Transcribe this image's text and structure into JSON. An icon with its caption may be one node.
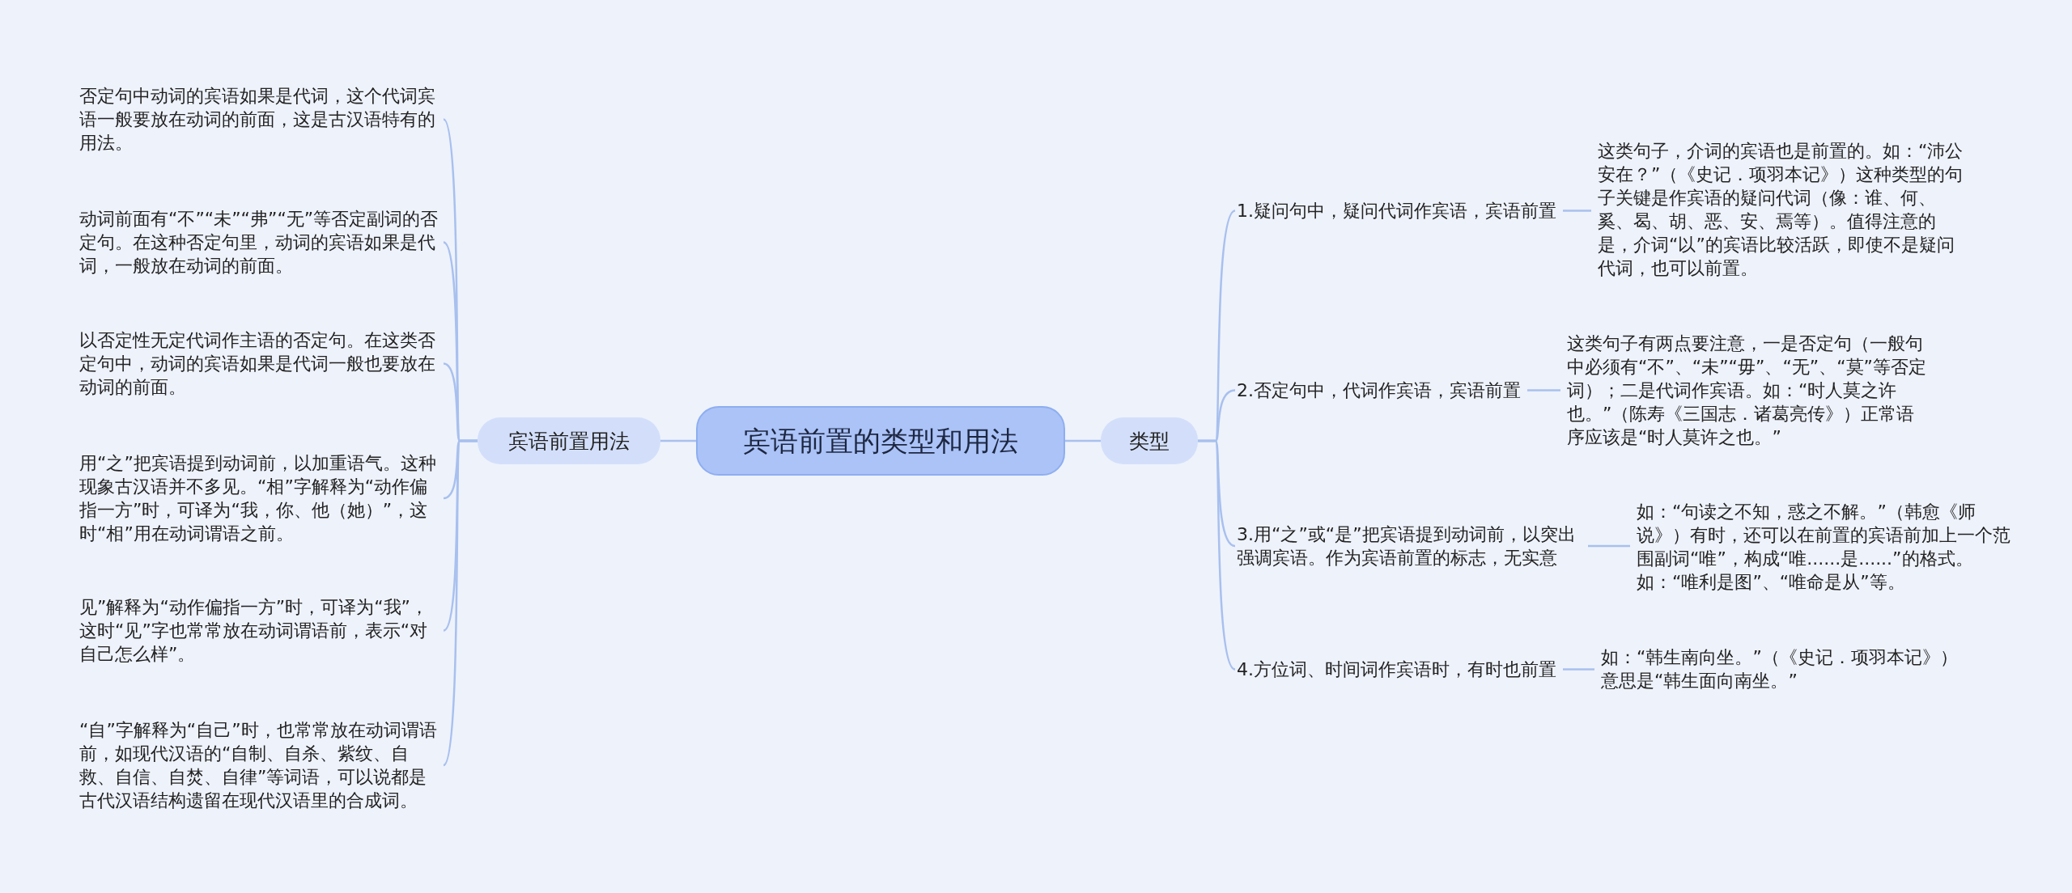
{
  "diagram": {
    "nodes": [
      {
        "text": [
          "宾语前置的类型和用法"
        ]
      },
      {
        "text": [
          "宾语前置用法"
        ]
      },
      {
        "text": [
          "否定句中动词的宾语如果是代词，这个代词宾语一般要放在动词的前面，这是古汉语特有的用法。"
        ]
      },
      {
        "text": [
          "动词前面有“不”“未”“弗”“无”等否定副词的否定句。在这种否定句里，动词的宾语如果是代词，一般放在动词的前面。"
        ]
      },
      {
        "text": [
          "以否定性无定代词作主语的否定句。在这类否定句中，动词的宾语如果是代词一般也要放在动词的前面。"
        ]
      },
      {
        "text": [
          "用“之”把宾语提到动词前，以加重语气。这种现象古汉语并不多见。“相”字解释为“动作偏指一方”时，可译为“我，你、他（她）”，这时“相”用在动词谓语之前。"
        ]
      },
      {
        "text": [
          "见”解释为“动作偏指一方”时，可译为“我”，这时“见”字也常常放在动词谓语前，表示“对自己怎么样”。"
        ]
      },
      {
        "text": [
          "“自”字解释为“自己”时，也常常放在动词谓语前，如现代汉语的“自制、自杀、紫纹、自救、自信、自焚、自律”等词语，可以说都是古代汉语结构遗留在现代汉语里的合成词。"
        ]
      },
      {
        "text": [
          "类型"
        ]
      },
      {
        "text": [
          "1.疑问句中，疑问代词作宾语，宾语前置"
        ]
      },
      {
        "text": [
          "这类句子，介词的宾语也是前置的。如：“沛公安在？”（《史记．项羽本记》）这种类型的句子关键是作宾语的疑问代词（像：谁、何、奚、曷、胡、恶、安、焉等）。值得注意的是，介词“以”的宾语比较活跃，即使不是疑问代词，也可以前置。"
        ]
      },
      {
        "text": [
          "2.否定句中，代词作宾语，宾语前置"
        ]
      },
      {
        "text": [
          "这类句子有两点要注意，一是否定句（一般句中必须有“不”、“未”“毋”、“无”、“莫”等否定词）；二是代词作宾语。如：“时人莫之许也。”（陈寿《三国志．诸葛亮传》）正常语序应该是“时人莫许之也。”"
        ]
      },
      {
        "text": [
          "3.用“之”或“是”把宾语提到动词前，以突出强调宾语。作为宾语前置的标志，无实意"
        ]
      },
      {
        "text": [
          "如：“句读之不知，惑之不解。”（韩愈《师说》）有时，还可以在前置的宾语前加上一个范围副词“唯”，构成“唯......是......”的格式。如：“唯利是图”、“唯命是从”等。"
        ]
      },
      {
        "text": [
          "4.方位词、时间词作宾语时，有时也前置"
        ]
      },
      {
        "text": [
          "如：“韩生南向坐。”（《史记．项羽本记》）意思是“韩生面向南坐。”"
        ]
      }
    ],
    "edges": [
      {
        "from": 0,
        "to": 1,
        "arrow": "none"
      },
      {
        "from": 1,
        "to": 2,
        "arrow": "none"
      },
      {
        "from": 1,
        "to": 3,
        "arrow": "none"
      },
      {
        "from": 1,
        "to": 4,
        "arrow": "none"
      },
      {
        "from": 1,
        "to": 5,
        "arrow": "none"
      },
      {
        "from": 1,
        "to": 6,
        "arrow": "none"
      },
      {
        "from": 1,
        "to": 7,
        "arrow": "none"
      },
      {
        "from": 0,
        "to": 8,
        "arrow": "none"
      },
      {
        "from": 8,
        "to": 9,
        "arrow": "none"
      },
      {
        "from": 9,
        "to": 10,
        "arrow": "none"
      },
      {
        "from": 8,
        "to": 11,
        "arrow": "none"
      },
      {
        "from": 11,
        "to": 12,
        "arrow": "none"
      },
      {
        "from": 8,
        "to": 13,
        "arrow": "none"
      },
      {
        "from": 13,
        "to": 14,
        "arrow": "none"
      },
      {
        "from": 8,
        "to": 15,
        "arrow": "none"
      },
      {
        "from": 15,
        "to": 16,
        "arrow": "none"
      }
    ]
  }
}
